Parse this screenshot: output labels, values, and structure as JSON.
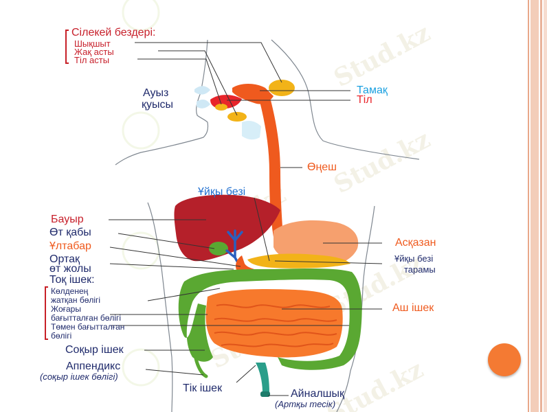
{
  "diagram": {
    "salivary_heading": "Сілекей бездері:",
    "salivary_items": [
      "Шықшыт",
      "Жақ асты",
      "Тіл асты"
    ],
    "mouth_cavity": [
      "Ауыз",
      "қуысы"
    ],
    "pharynx": "Тамақ",
    "tongue": "Тіл",
    "esophagus": "Өңеш",
    "pancreas": "Ұйқы безі",
    "liver": "Бауыр",
    "gallbladder": "Өт қабы",
    "duodenum": "Ұлтабар",
    "bile_duct": [
      "Ортақ",
      "өт жолы"
    ],
    "colon_heading": "Тоқ ішек:",
    "colon_parts": [
      "Көлденең",
      "жатқан бөлігі",
      "Жоғары",
      "бағытталған бөлігі",
      "Төмен бағытталған",
      "бөлігі"
    ],
    "cecum": "Соқыр ішек",
    "appendix": "Аппендикс",
    "appendix_note": "(соқыр ішек бөлігі)",
    "stomach": "Асқазан",
    "pancreatic_duct": [
      "Ұйқы безі",
      "тарамы"
    ],
    "small_intestine": "Аш ішек",
    "rectum": "Тік ішек",
    "anus": "Айналшық",
    "anus_note": "(Артқы тесік)"
  },
  "watermark": "Stud.kz",
  "colors": {
    "salivary_red": "#d61f2b",
    "dark_navy": "#1f2a6b",
    "cyan": "#1aa0e0",
    "tongue_red": "#e8252b",
    "esophagus_orange": "#ef5a1e",
    "intestine_orange": "#f7792c",
    "colon_green": "#5aa832",
    "liver_red": "#b5202a",
    "gland_yellow": "#f2b318",
    "duct_blue": "#2a5fbf",
    "stripe_peach": "#f2c9b4",
    "button_orange": "#f47a33"
  }
}
